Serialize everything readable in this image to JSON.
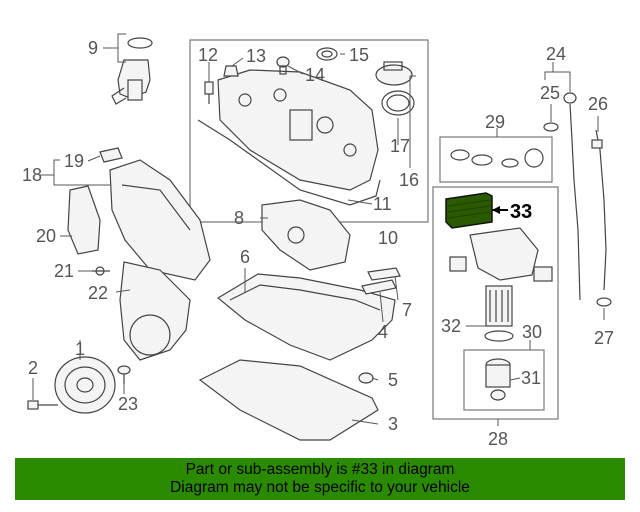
{
  "diagram": {
    "callouts": [
      "1",
      "2",
      "3",
      "4",
      "5",
      "6",
      "7",
      "8",
      "9",
      "10",
      "11",
      "12",
      "13",
      "14",
      "15",
      "16",
      "17",
      "18",
      "19",
      "20",
      "21",
      "22",
      "23",
      "24",
      "25",
      "26",
      "27",
      "28",
      "29",
      "30",
      "31",
      "32",
      "33"
    ],
    "highlighted_part": "33",
    "highlight_color": "#2a5a00"
  },
  "banner": {
    "line1": "Part or sub-assembly is #33 in diagram",
    "line2": "Diagram may not be specific to your vehicle",
    "background": "#2a8a00"
  }
}
